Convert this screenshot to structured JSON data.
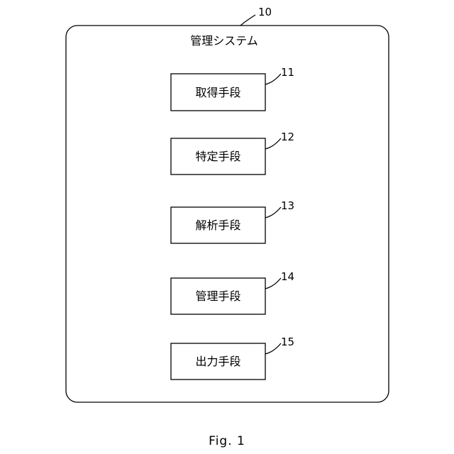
{
  "system": {
    "label": "管理システム",
    "ref": "10"
  },
  "blocks": [
    {
      "label": "取得手段",
      "ref": "11"
    },
    {
      "label": "特定手段",
      "ref": "12"
    },
    {
      "label": "解析手段",
      "ref": "13"
    },
    {
      "label": "管理手段",
      "ref": "14"
    },
    {
      "label": "出力手段",
      "ref": "15"
    }
  ],
  "caption": "Fig. 1"
}
